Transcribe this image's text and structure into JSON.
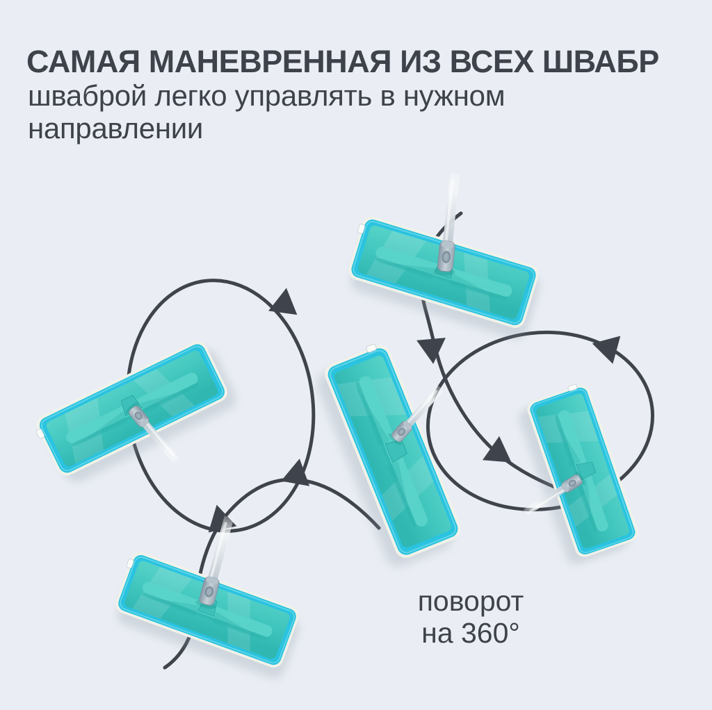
{
  "header": {
    "title": "САМАЯ МАНЕВРЕННАЯ ИЗ ВСЕХ ШВАБР",
    "subtitle_line1": "шваброй легко управлять в нужном",
    "subtitle_line2": "направлении"
  },
  "caption": {
    "line1": "поворот",
    "line2": "на 360°"
  },
  "figure": {
    "mop_count": 5,
    "loop_count": 2,
    "arrowhead_count": 6
  },
  "colors": {
    "background": "#eaeef4",
    "text": "#3e434b",
    "arrow": "#3f444c",
    "mop_rim": "#2ac3e0",
    "mop_face": "#43c8bf",
    "mop_face_light": "#5ad4ca",
    "mop_face_dark": "#2bb3ac",
    "mop_pad": "#f1f2e8",
    "handle_gray": "#a7b6c1",
    "handle_light": "#e3e9ed"
  }
}
